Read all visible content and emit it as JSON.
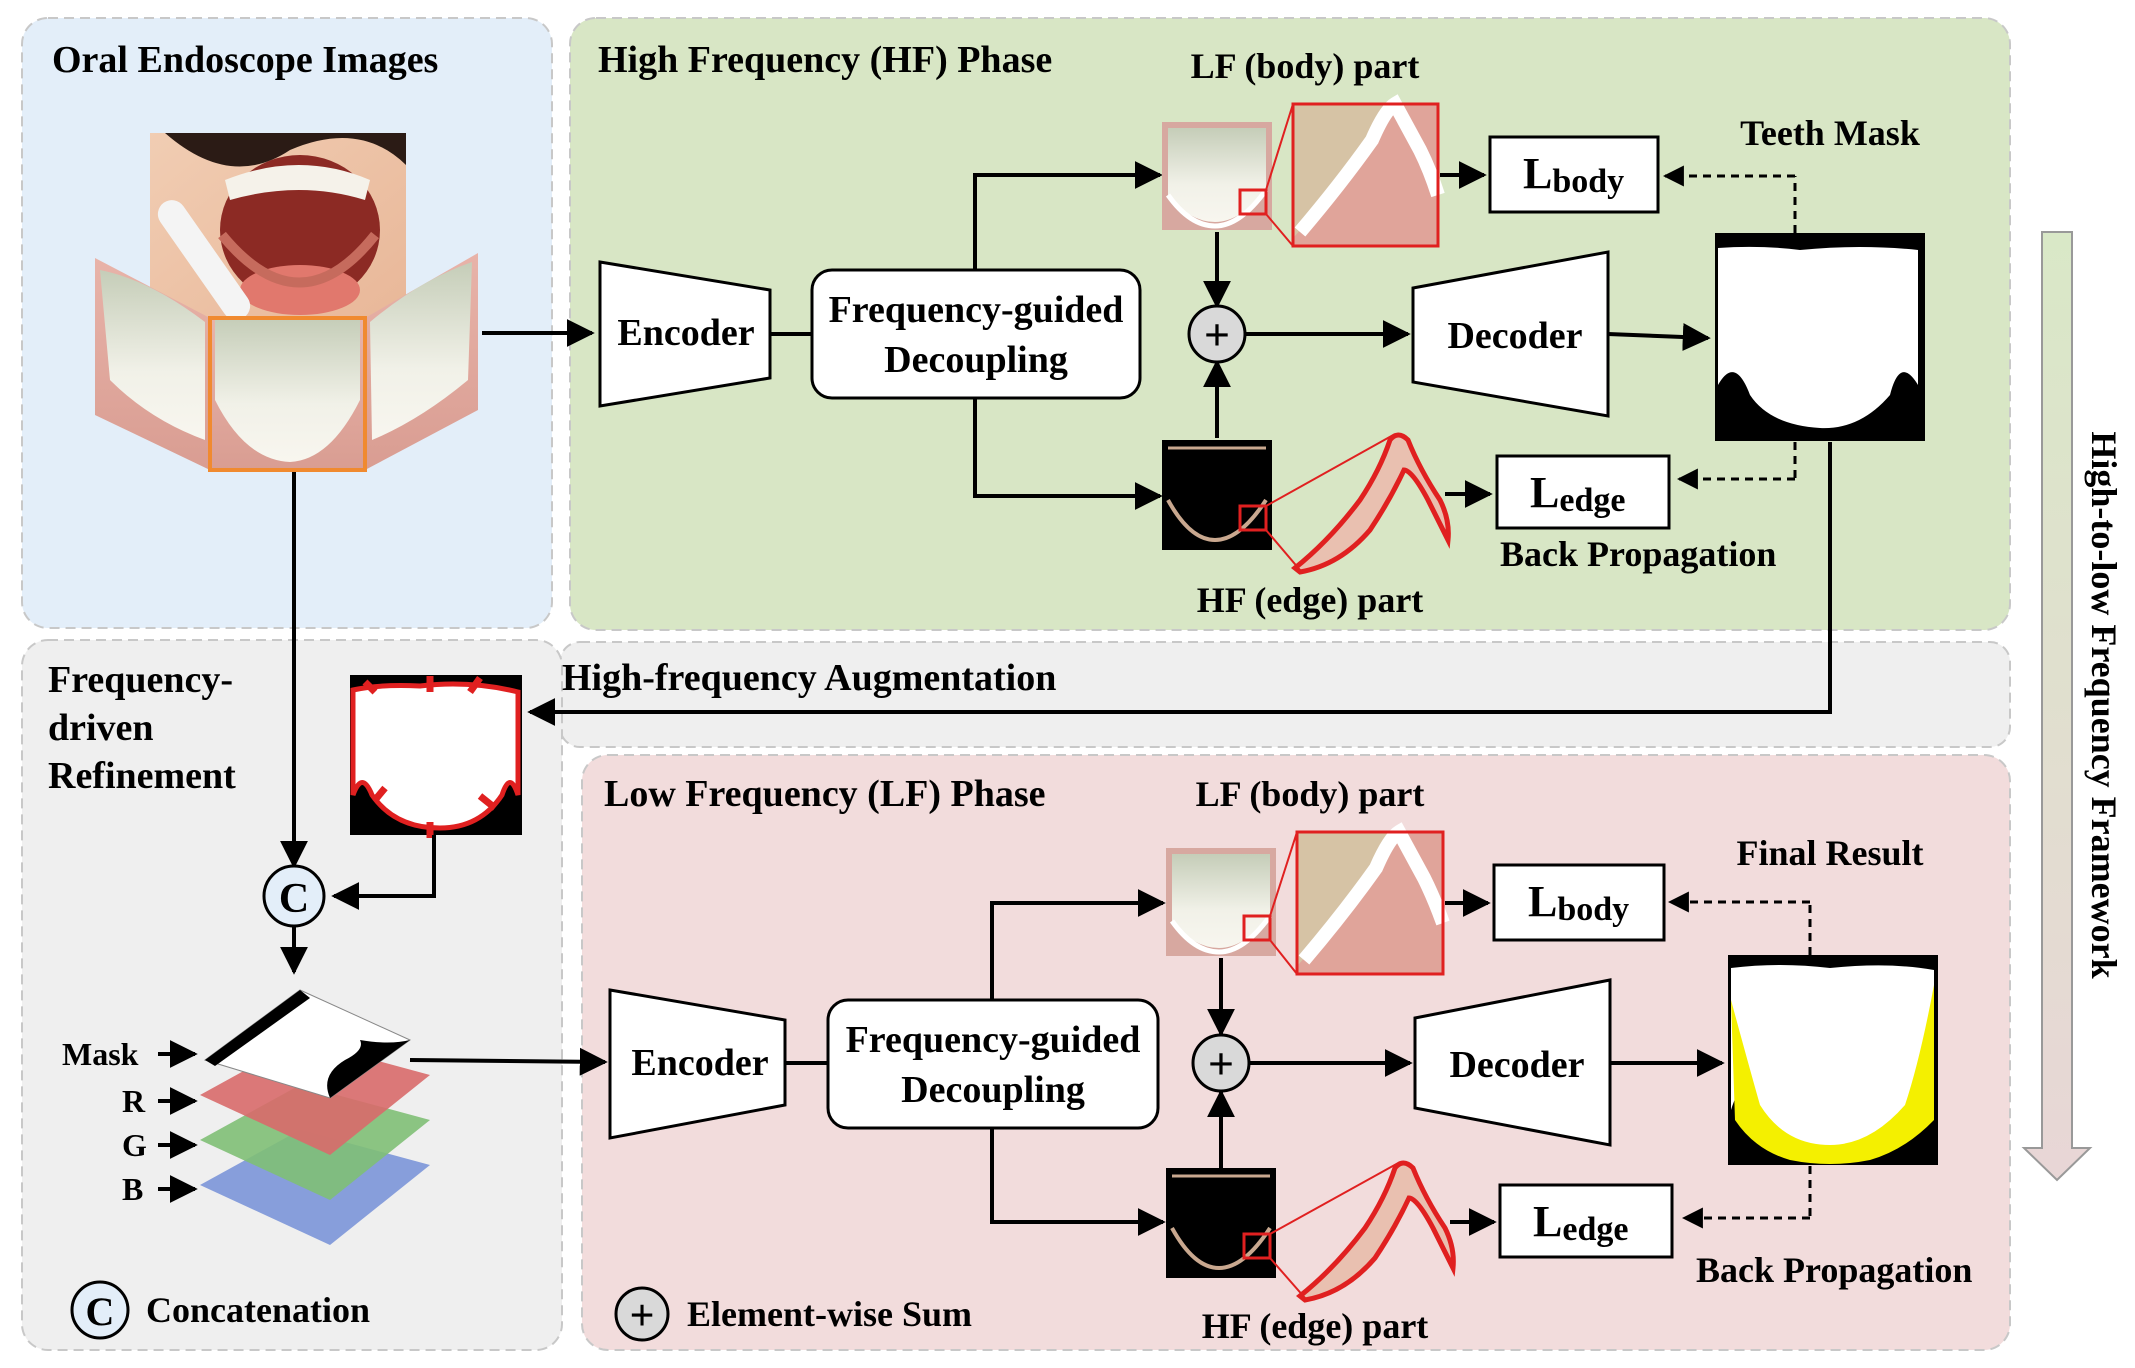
{
  "panels": {
    "input_title": "Oral Endoscope Images",
    "hf_phase_title": "High Frequency (HF) Phase",
    "lf_phase_title": "Low Frequency (LF) Phase",
    "refinement_title_1": "Frequency-",
    "refinement_title_2": "driven",
    "refinement_title_3": "Refinement",
    "augmentation_title": "High-frequency Augmentation"
  },
  "hf_phase": {
    "encoder": "Encoder",
    "decoupling_1": "Frequency-guided",
    "decoupling_2": "Decoupling",
    "lf_part": "LF (body) part",
    "hf_part": "HF (edge) part",
    "decoder": "Decoder",
    "loss_body_main": "L",
    "loss_body_sub": "body",
    "loss_edge_main": "L",
    "loss_edge_sub": "edge",
    "output_label": "Teeth Mask",
    "backprop": "Back Propagation"
  },
  "lf_phase": {
    "encoder": "Encoder",
    "decoupling_1": "Frequency-guided",
    "decoupling_2": "Decoupling",
    "lf_part": "LF (body) part",
    "hf_part": "HF (edge) part",
    "decoder": "Decoder",
    "loss_body_main": "L",
    "loss_body_sub": "body",
    "loss_edge_main": "L",
    "loss_edge_sub": "edge",
    "output_label": "Final Result",
    "backprop": "Back Propagation"
  },
  "layers": {
    "mask": "Mask",
    "r": "R",
    "g": "G",
    "b": "B"
  },
  "symbols": {
    "concat": "C",
    "sum": "+"
  },
  "legend": {
    "concat_symbol": "C",
    "concat_label": "Concatenation",
    "sum_symbol": "+",
    "sum_label": "Element-wise Sum"
  },
  "framework_label": "High-to-low Frequency Framework",
  "colors": {
    "input_bg": "#e3eef9",
    "hf_bg": "#d8e6c5",
    "lf_bg": "#f2dcdc",
    "refine_bg": "#efefef",
    "edge_red": "#e02020",
    "mask_yellow": "#f4f000",
    "highlight_orange": "#f08a30"
  }
}
